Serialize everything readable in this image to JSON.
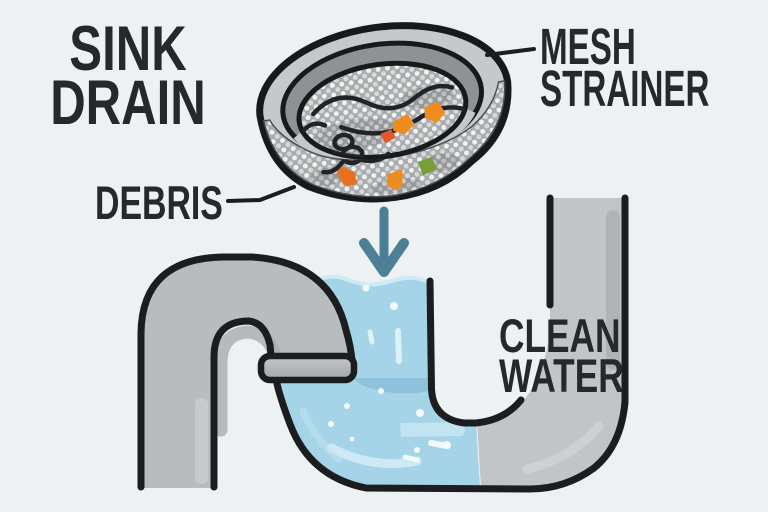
{
  "scene": {
    "background_color": "#edf1f2",
    "ink_color": "#1b1d1f",
    "text_color": "#26292c"
  },
  "labels": {
    "title": {
      "line1": "SINK",
      "line2": "DRAIN"
    },
    "mesh_strainer": {
      "line1": "MESH",
      "line2": "STRAINER"
    },
    "debris": {
      "text": "DEBRIS"
    },
    "clean_water": {
      "line1": "CLEAN",
      "line2": "WATER"
    }
  },
  "icons": {
    "down_arrow": "water-flow-direction-down"
  },
  "colors": {
    "pipe_gray": "#b9bcbe",
    "pipe_gray_dark": "#a9acae",
    "trap_gray": "#c2c5c7",
    "flange_gray": "#b0b3b5",
    "water_blue": "#a5d3e7",
    "water_blue_dark": "#8ec2da",
    "water_highlight": "#cfeaf5",
    "arrow_teal": "#4d7f96",
    "strainer_rim": "#c6c9cb",
    "strainer_ring": "#8f9295",
    "mesh_base": "#a8abae",
    "debris_orange": "#ee8c1e",
    "debris_red_orange": "#e2572a",
    "debris_green": "#789e36",
    "outline_black": "#1b1d1f"
  }
}
